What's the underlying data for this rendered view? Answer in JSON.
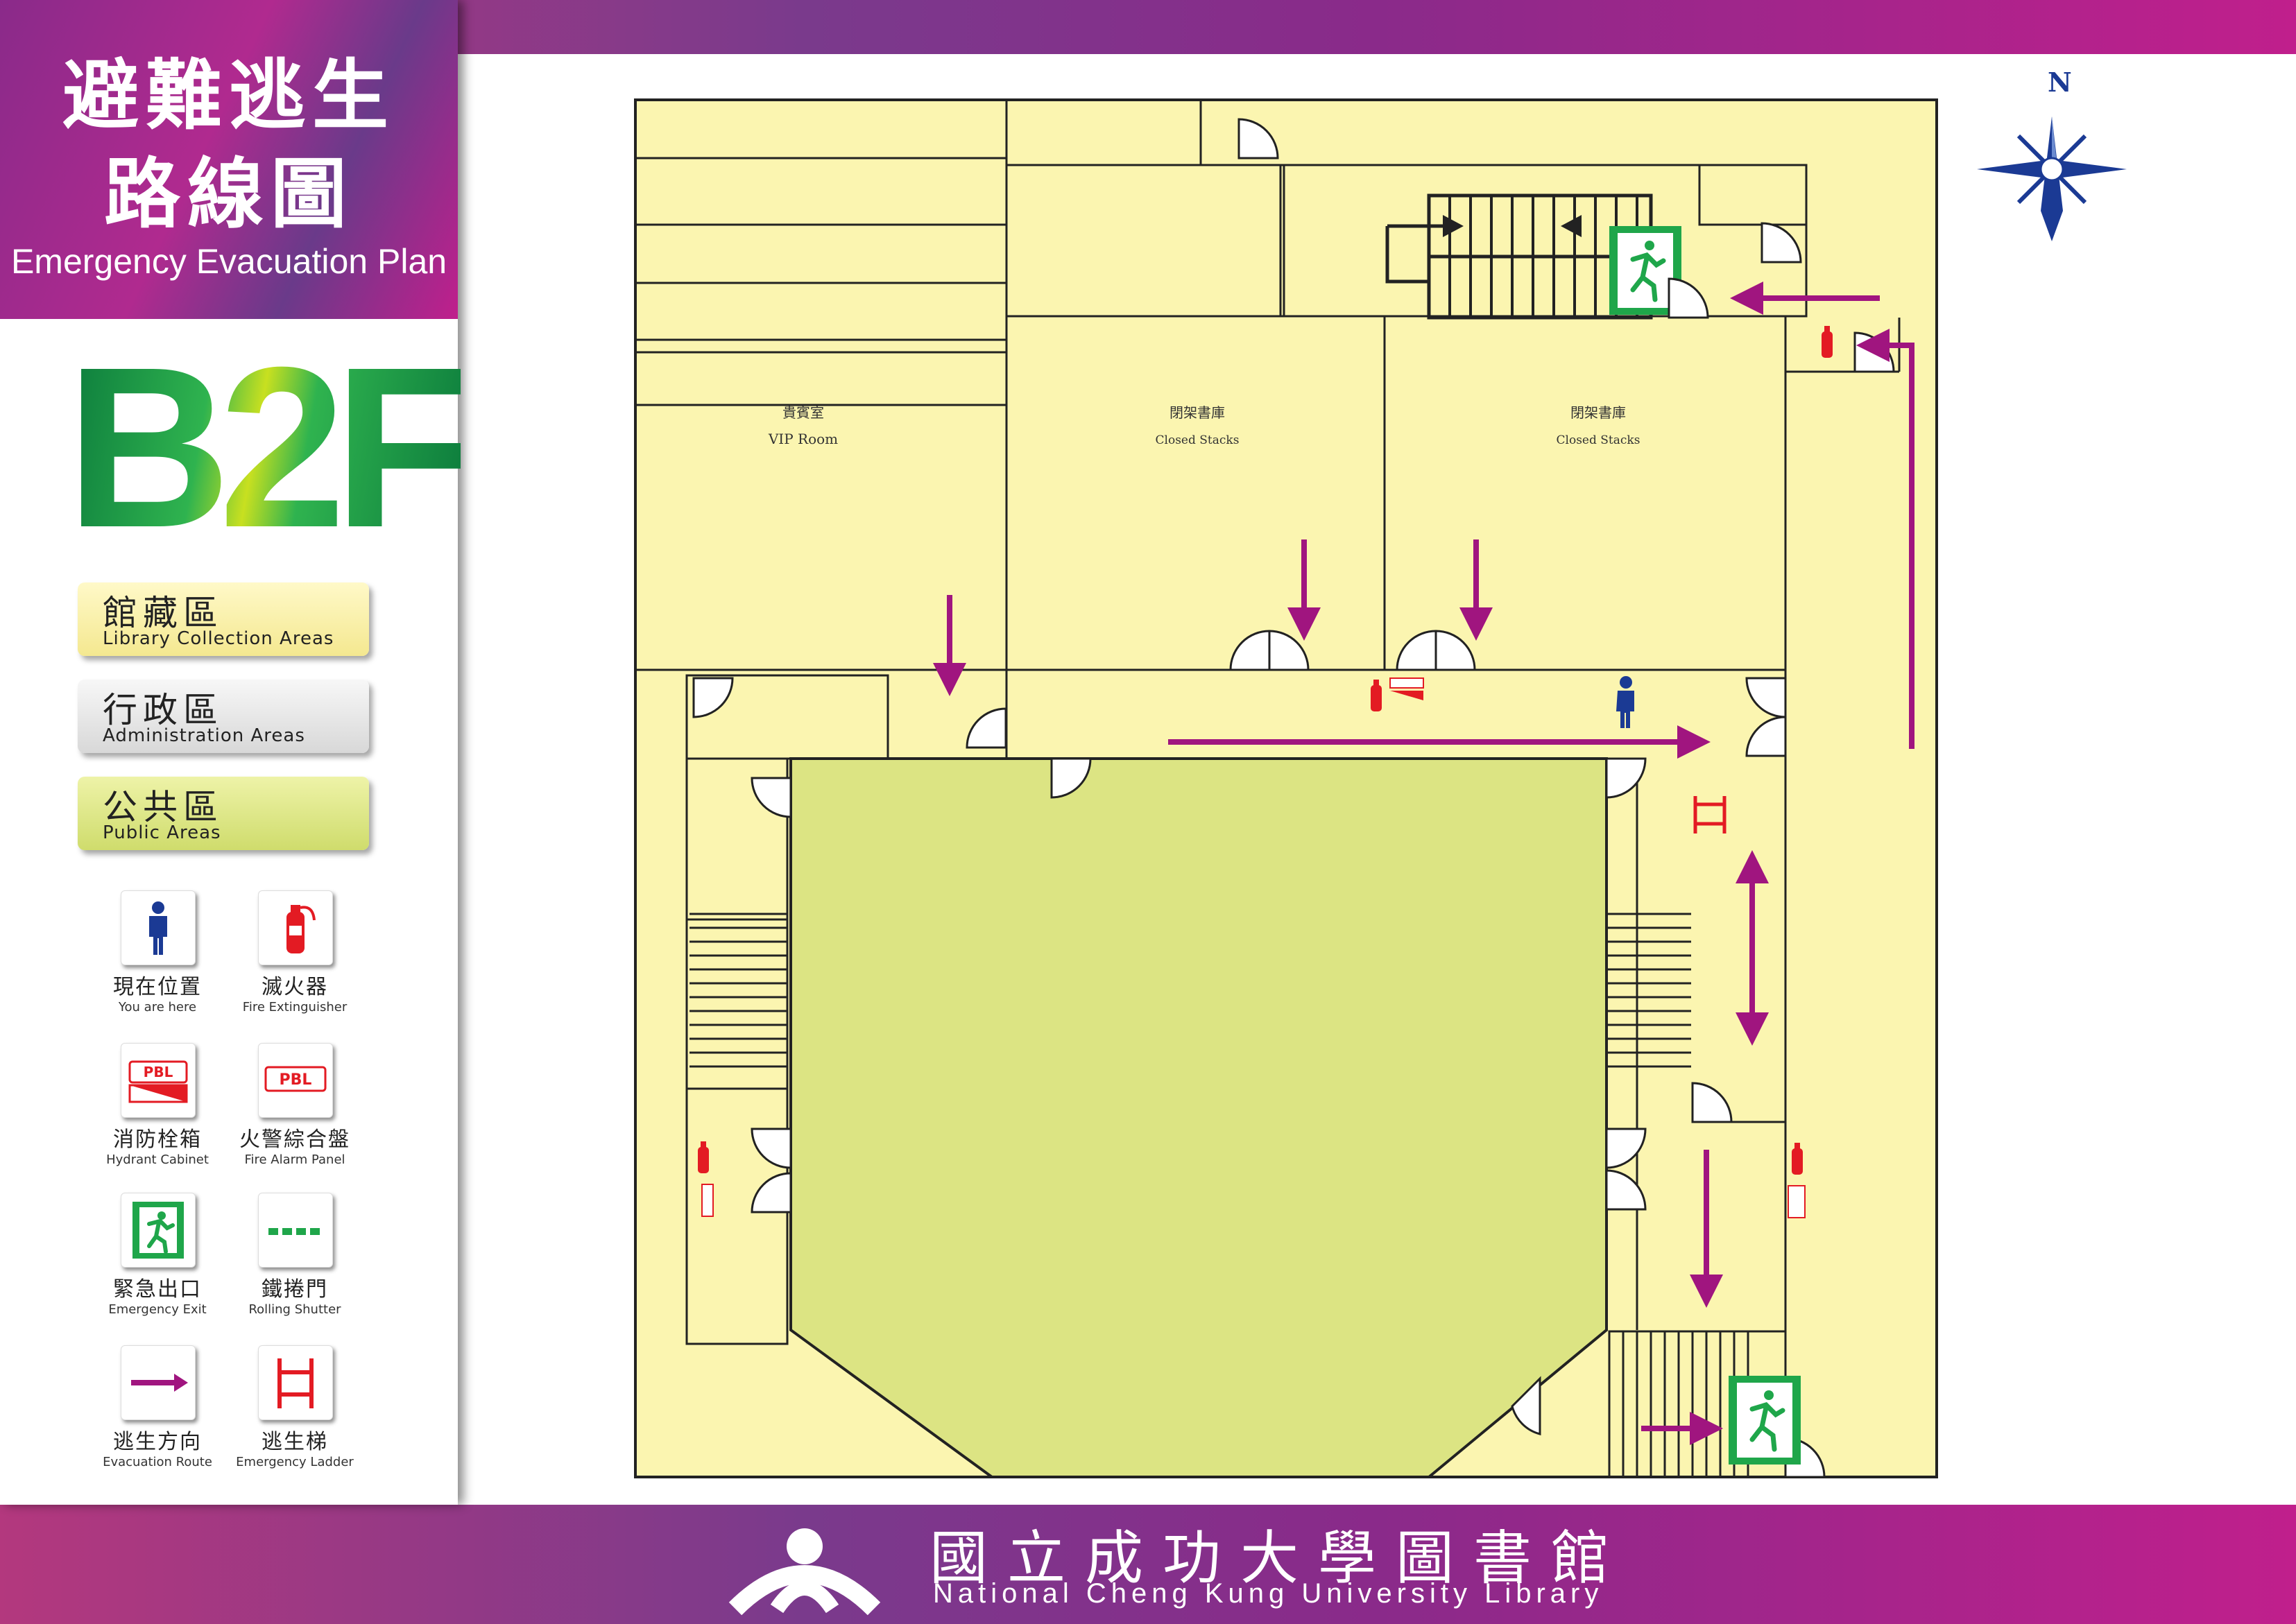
{
  "header": {
    "title_zh_line1": "避難逃生",
    "title_zh_line2": "路線圖",
    "title_en": "Emergency Evacuation Plan"
  },
  "floor": "B2F",
  "zones": [
    {
      "zh": "館藏區",
      "en": "Library Collection Areas",
      "color": "#f8f0a0"
    },
    {
      "zh": "行政區",
      "en": "Administration Areas",
      "color": "#e6e6e6"
    },
    {
      "zh": "公共區",
      "en": "Public Areas",
      "color": "#d8e47a"
    }
  ],
  "legend": [
    {
      "icon": "person-icon",
      "zh": "現在位置",
      "en": "You are here"
    },
    {
      "icon": "fire-extinguisher-icon",
      "zh": "滅火器",
      "en": "Fire Extinguisher"
    },
    {
      "icon": "hydrant-cabinet-icon",
      "zh": "消防栓箱",
      "en": "Hydrant Cabinet"
    },
    {
      "icon": "fire-alarm-panel-icon",
      "zh": "火警綜合盤",
      "en": "Fire Alarm Panel"
    },
    {
      "icon": "emergency-exit-icon",
      "zh": "緊急出口",
      "en": "Emergency Exit"
    },
    {
      "icon": "rolling-shutter-icon",
      "zh": "鐵捲門",
      "en": "Rolling Shutter"
    },
    {
      "icon": "evacuation-arrow-icon",
      "zh": "逃生方向",
      "en": "Evacuation Route"
    },
    {
      "icon": "emergency-ladder-icon",
      "zh": "逃生梯",
      "en": "Emergency Ladder"
    }
  ],
  "rooms": {
    "vip_zh": "貴賓室",
    "vip_en": "VIP Room",
    "stacks1_zh": "閉架書庫",
    "stacks1_en": "Closed Stacks",
    "stacks2_zh": "閉架書庫",
    "stacks2_en": "Closed Stacks"
  },
  "marker_text": "PBL",
  "compass": "N",
  "footer": {
    "library_zh": "國立成功大學圖書館",
    "library_en": "National Cheng Kung University Library"
  },
  "colors": {
    "collection": "#fbf5b0",
    "public": "#dce483",
    "route": "#a0157f",
    "exit_green": "#1fa64a",
    "fire_red": "#e31b23",
    "person_blue": "#1b3a94"
  }
}
